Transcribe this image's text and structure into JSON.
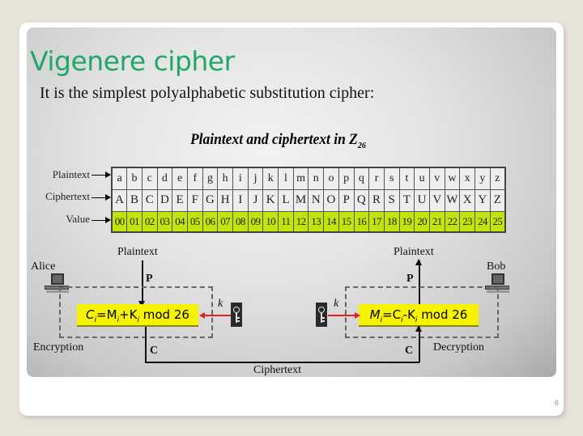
{
  "slide": {
    "title": "Vigenere cipher",
    "subtitle": "It is the simplest polyalphabetic substitution cipher:",
    "page_number": "6"
  },
  "table": {
    "title": "Plaintext and ciphertext in Z",
    "title_subscript": "26",
    "row_labels": [
      "Plaintext",
      "Ciphertext",
      "Value"
    ],
    "plaintext": [
      "a",
      "b",
      "c",
      "d",
      "e",
      "f",
      "g",
      "h",
      "i",
      "j",
      "k",
      "l",
      "m",
      "n",
      "o",
      "p",
      "q",
      "r",
      "s",
      "t",
      "u",
      "v",
      "w",
      "x",
      "y",
      "z"
    ],
    "ciphertext": [
      "A",
      "B",
      "C",
      "D",
      "E",
      "F",
      "G",
      "H",
      "I",
      "J",
      "K",
      "L",
      "M",
      "N",
      "O",
      "P",
      "Q",
      "R",
      "S",
      "T",
      "U",
      "V",
      "W",
      "X",
      "Y",
      "Z"
    ],
    "values": [
      "00",
      "01",
      "02",
      "03",
      "04",
      "05",
      "06",
      "07",
      "08",
      "09",
      "10",
      "11",
      "12",
      "13",
      "14",
      "15",
      "16",
      "17",
      "18",
      "19",
      "20",
      "21",
      "22",
      "23",
      "24",
      "25"
    ],
    "value_color": "#c2e40c"
  },
  "diagram": {
    "encryption": {
      "party": "Alice",
      "input_label": "Plaintext",
      "input_symbol": "P",
      "output_symbol": "C",
      "key_symbol": "k",
      "box_label": "Encryption",
      "formula": {
        "lhs": "C",
        "lhs_sub": "i",
        "eq": "=M",
        "m_sub": "i",
        "plus": "+K",
        "k_sub": "i",
        "rest": " mod 26"
      }
    },
    "decryption": {
      "party": "Bob",
      "output_label": "Plaintext",
      "output_symbol": "P",
      "input_symbol": "C",
      "key_symbol": "k",
      "box_label": "Decryption",
      "formula": {
        "lhs": "M",
        "lhs_sub": "i",
        "eq": "=C",
        "c_sub": "i",
        "minus": "-K",
        "k_sub": "i",
        "rest": " mod 26"
      }
    },
    "channel_label": "Ciphertext",
    "colors": {
      "formula_bg": "#f6f200",
      "key_arrow": "#e0202a"
    }
  }
}
